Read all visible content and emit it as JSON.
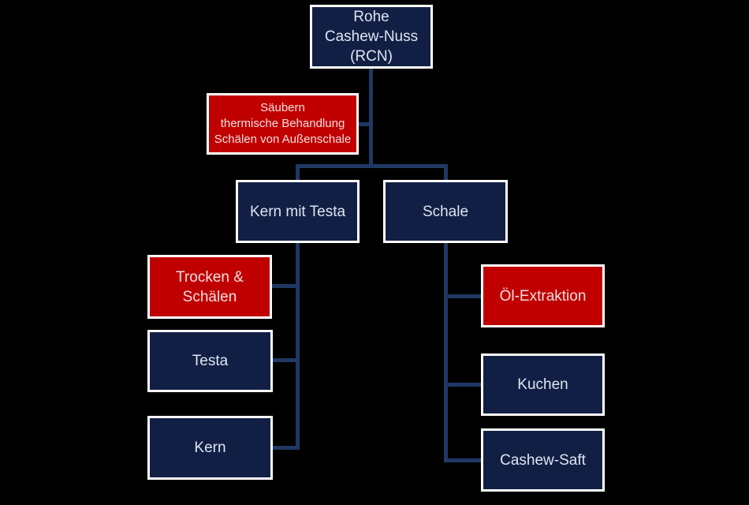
{
  "diagram": {
    "background": "#000000",
    "palette": {
      "product_fill": "#121f45",
      "process_fill": "#c00000",
      "box_border": "#ffffff",
      "connector": "#1f3864",
      "product_text": "#dde5f0",
      "process_text": "#f3dede"
    },
    "nodes": {
      "rcn": {
        "label": "Rohe\nCashew-Nuss\n(RCN)",
        "type": "product"
      },
      "cleaning": {
        "label": "Säubern\nthermische Behandlung\nSchälen von Außenschale",
        "type": "process"
      },
      "kern_mit_testa": {
        "label": "Kern mit Testa",
        "type": "product"
      },
      "schale": {
        "label": "Schale",
        "type": "product"
      },
      "trocken_schaelen": {
        "label": "Trocken &\nSchälen",
        "type": "process"
      },
      "testa": {
        "label": "Testa",
        "type": "product"
      },
      "kern": {
        "label": "Kern",
        "type": "product"
      },
      "oel_extraktion": {
        "label": "Öl-Extraktion",
        "type": "process"
      },
      "kuchen": {
        "label": "Kuchen",
        "type": "product"
      },
      "cashew_saft": {
        "label": "Cashew-Saft",
        "type": "product"
      }
    },
    "edges": [
      {
        "from": "rcn",
        "to": "cleaning"
      },
      {
        "from": "rcn",
        "to": "kern_mit_testa"
      },
      {
        "from": "rcn",
        "to": "schale"
      },
      {
        "from": "kern_mit_testa",
        "to": "trocken_schaelen"
      },
      {
        "from": "kern_mit_testa",
        "to": "testa"
      },
      {
        "from": "kern_mit_testa",
        "to": "kern"
      },
      {
        "from": "schale",
        "to": "oel_extraktion"
      },
      {
        "from": "schale",
        "to": "kuchen"
      },
      {
        "from": "schale",
        "to": "cashew_saft"
      }
    ]
  }
}
